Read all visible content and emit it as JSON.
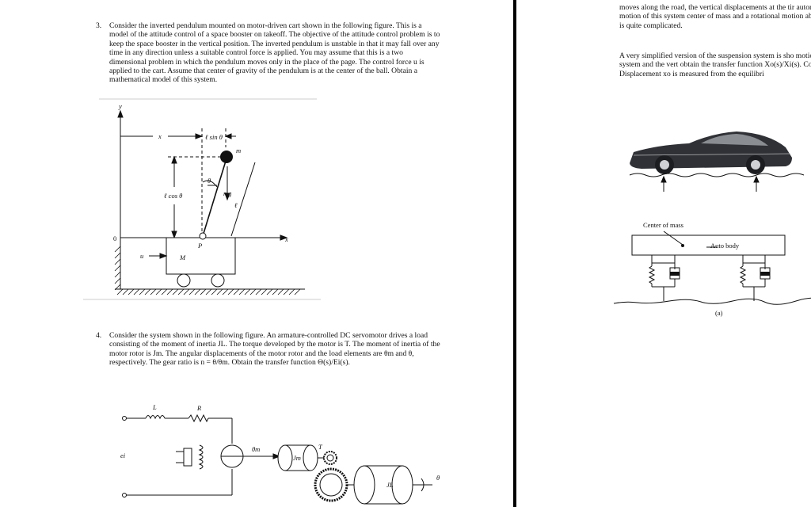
{
  "left_page": {
    "problem3": {
      "number": "3.",
      "text": "Consider the inverted pendulum mounted on motor-driven cart shown in the following figure. This is a model of the attitude control of a space booster on takeoff. The objective of the attitude control problem is to keep the space booster in the vertical position. The inverted pendulum is unstable in that it may fall over any time in any direction unless a suitable control force is applied. You may assume that this is a two dimensional problem in which the pendulum moves only in the place of the page. The control force u is applied to the cart. Assume that center of gravity of the pendulum is at the center of the ball. Obtain a mathematical model of this system.",
      "figure": {
        "y_axis": "y",
        "x_top": "x",
        "l_sin": "ℓ sin θ",
        "m": "m",
        "theta": "θ",
        "l_cos": "ℓ cos θ",
        "mg": "mg",
        "l": "ℓ",
        "zero": "0",
        "x_axis": "x",
        "P": "P",
        "u": "u",
        "M": "M"
      }
    },
    "problem4": {
      "number": "4.",
      "text": "Consider the system shown in the following figure. An armature-controlled DC servomotor drives a load consisting of the moment of inertia JL. The torque developed by the motor is T. The moment of inertia of the motor rotor is Jm. The angular displacements of the motor rotor and the load elements are θm and θ, respectively. The gear ratio is n = θ/θm. Obtain the transfer function Θ(s)/Ei(s).",
      "figure": {
        "L": "L",
        "R": "R",
        "ei": "ei",
        "theta_m": "θm",
        "Jm": "Jm",
        "T": "T",
        "JL": "JL",
        "theta": "θ"
      }
    }
  },
  "right_page": {
    "top_text": "moves along the road, the vertical displacements at the tir automobile suspension system. The motion of this system center of mass and a rotational motion about the center of complete system is quite complicated.",
    "para2": "A very simplified version of the suspension system is sho motion xi at point P is the input to the system and the vert obtain the transfer function Xo(s)/Xi(s). Consider the moti direction. Displacement xo is measured from the equilibri",
    "figure": {
      "center_of_mass": "Center of mass",
      "auto_body": "Auto body",
      "caption": "(a)"
    }
  }
}
